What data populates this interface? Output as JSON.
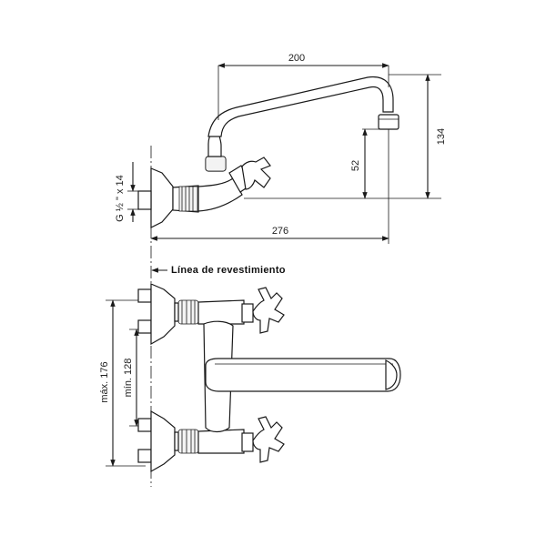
{
  "dimensions": {
    "spout_reach": "200",
    "overall_height": "134",
    "outlet_height": "52",
    "total_depth": "276",
    "thread": "G ½ \" x 14",
    "max_spacing": "máx. 176",
    "min_spacing": "mín. 128"
  },
  "labels": {
    "wall_line": "Línea de revestimiento"
  }
}
